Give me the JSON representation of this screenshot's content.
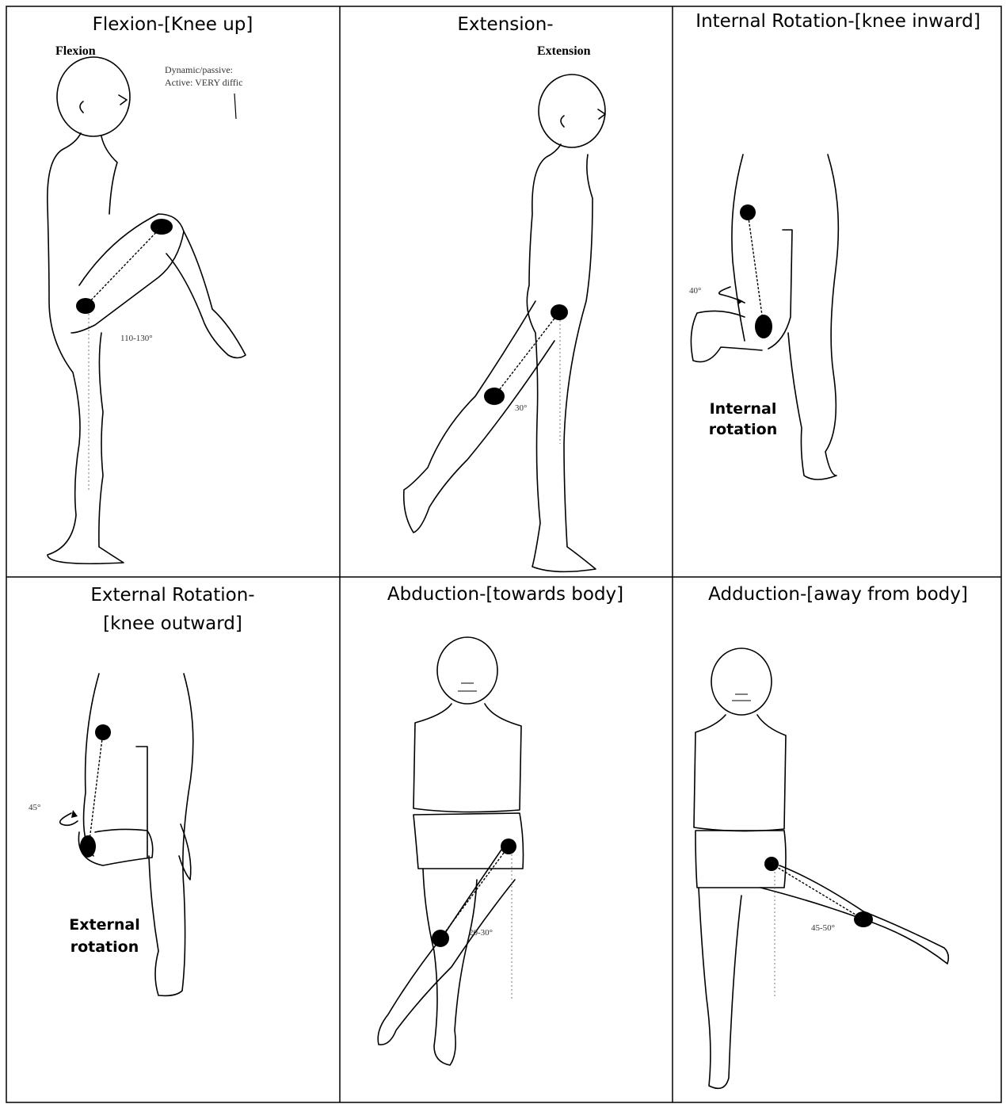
{
  "panels": [
    {
      "id": "flexion",
      "heading": "Flexion-[Knee up]",
      "inner_label": "Flexion",
      "note_lines": [
        "Dynamic/passive:",
        "Active: VERY diffic"
      ],
      "angle_label": "110-130°"
    },
    {
      "id": "extension",
      "heading": "Extension-",
      "inner_label": "Extension",
      "angle_label": "30°"
    },
    {
      "id": "internal-rotation",
      "heading": "Internal Rotation-[knee inward]",
      "angle_label": "40°",
      "rotation_label": [
        "Internal",
        "rotation"
      ]
    },
    {
      "id": "external-rotation",
      "heading_lines": [
        "External Rotation-",
        "[knee outward]"
      ],
      "angle_label": "45°",
      "rotation_label": [
        "External",
        "rotation"
      ]
    },
    {
      "id": "abduction",
      "heading": "Abduction-[towards body]",
      "angle_label": "20-30°"
    },
    {
      "id": "adduction",
      "heading": "Adduction-[away from body]",
      "angle_label": "45-50°"
    }
  ]
}
